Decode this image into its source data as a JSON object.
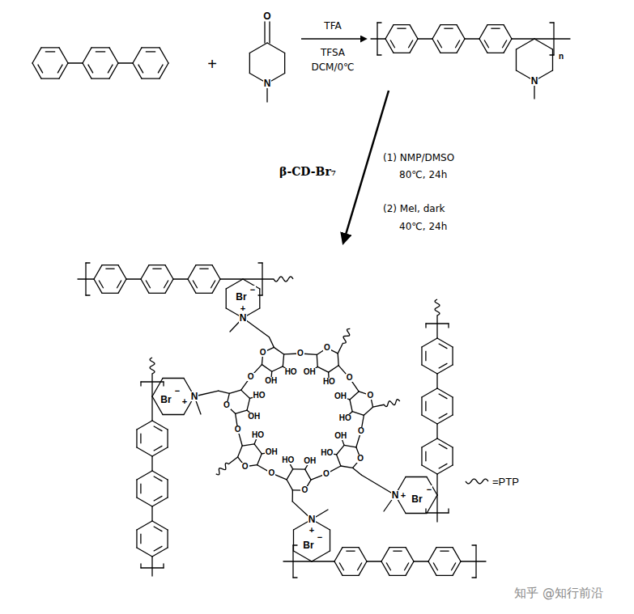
{
  "diagram": {
    "labels": [
      "O",
      "N",
      "+",
      "TFA",
      "TFSA",
      "DCM/0℃",
      "N",
      "n",
      "β-CD-Br₇",
      "(1) NMP/DMSO",
      "80℃, 24h",
      "(2) MeI, dark",
      "40℃, 24h",
      "−",
      "Br",
      "+",
      "N",
      "−",
      "Br",
      "+",
      "N",
      "O",
      "O",
      "HO",
      "OH",
      "O",
      "O",
      "HO",
      "OH",
      "O",
      "O",
      "HO",
      "OH",
      "O",
      "O",
      "HO",
      "OH",
      "O",
      "O",
      "HO",
      "OH",
      "O",
      "O",
      "HO",
      "OH",
      "O",
      "O",
      "HO",
      "OH",
      "−",
      "Br",
      "+",
      "N",
      "−",
      "Br",
      "+",
      "N",
      "知乎 @知行前沿"
    ],
    "legend": [
      {
        "text": "=PTP"
      }
    ]
  }
}
